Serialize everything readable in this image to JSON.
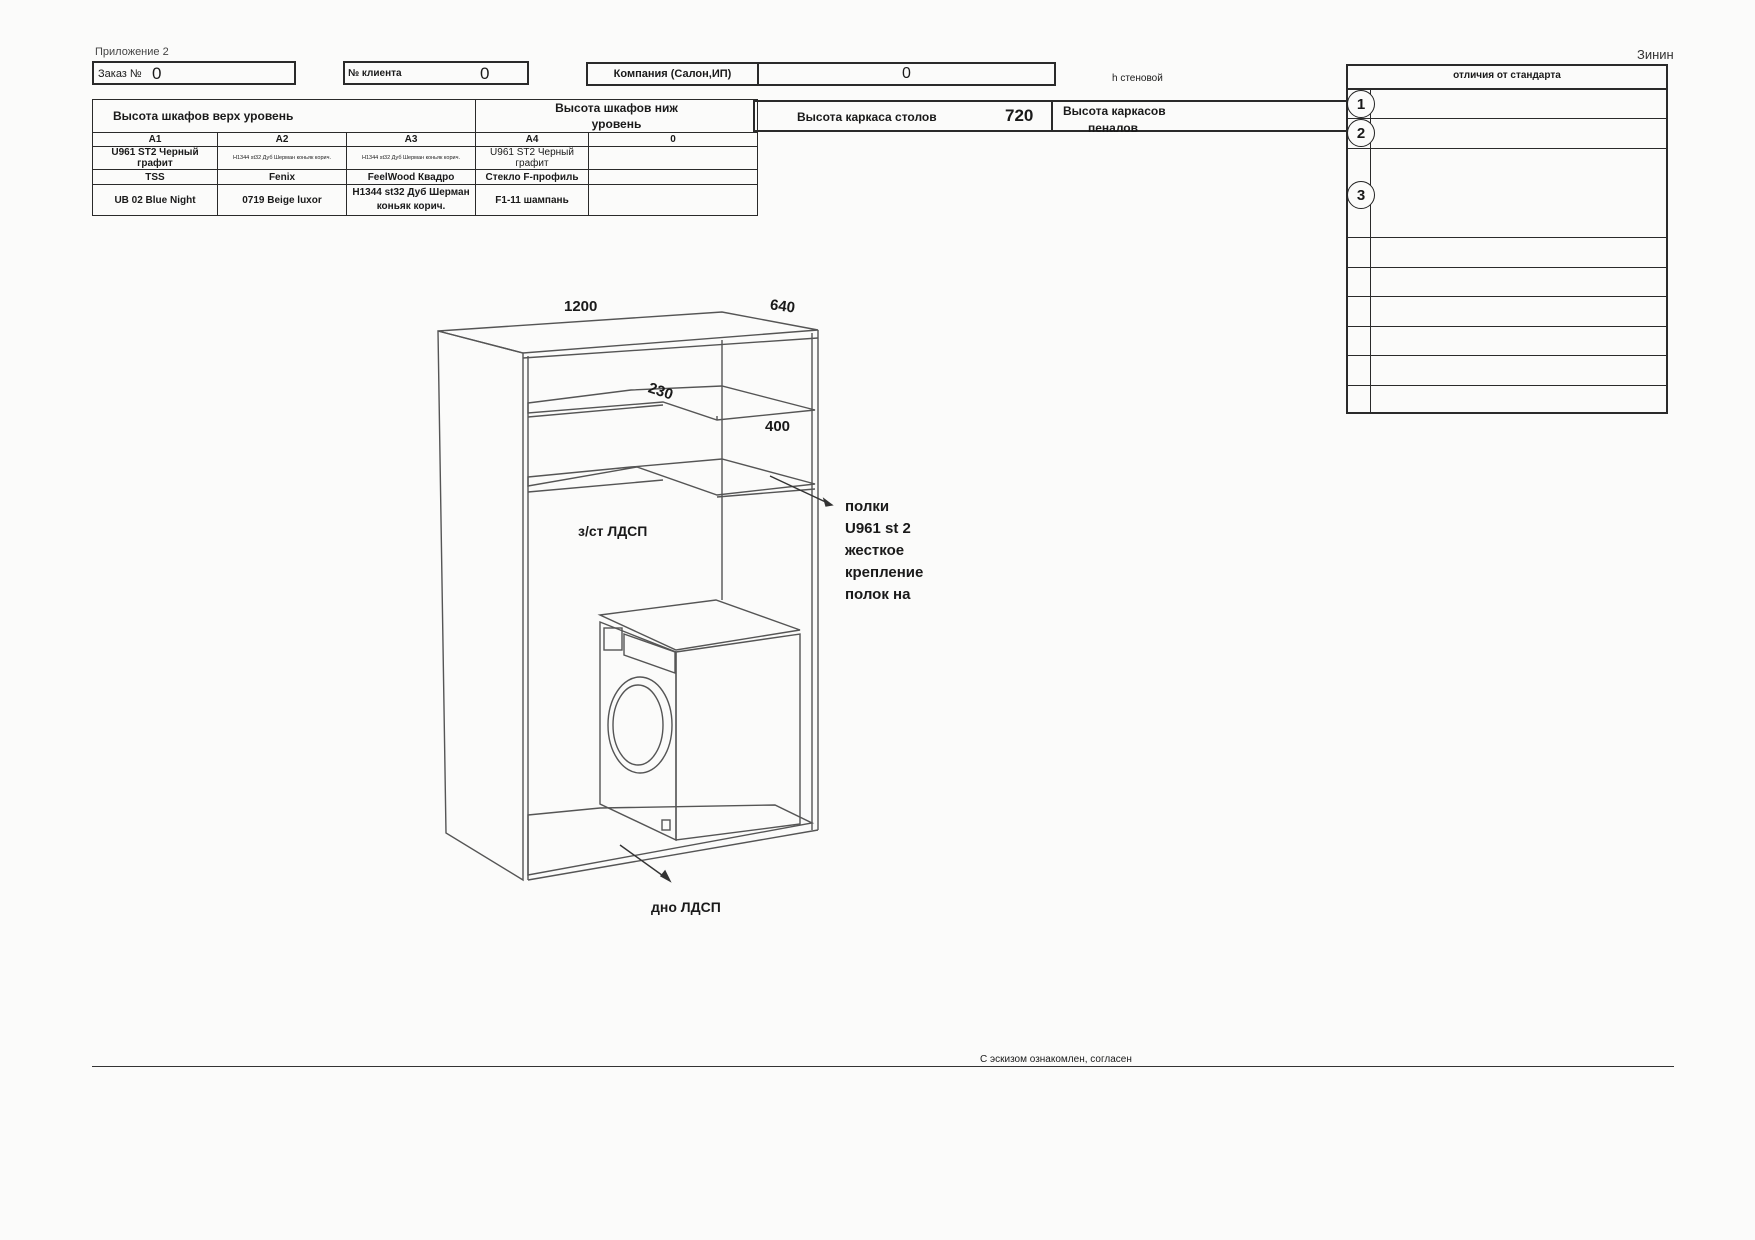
{
  "header": {
    "appendix": "Приложение 2",
    "author": "Зинин",
    "order": {
      "label": "Заказ №",
      "value": "0"
    },
    "client": {
      "label": "№ клиента",
      "value": "0"
    },
    "company": {
      "label": "Компания (Салон,ИП)",
      "value": "0"
    },
    "wall_height_label": "h стеновой"
  },
  "heights": {
    "upper_label": "Высота шкафов верх уровень",
    "lower_label_1": "Высота шкафов ниж",
    "lower_label_2": "уровень",
    "table_frame_label": "Высота каркаса столов",
    "table_frame_value": "720",
    "tall_frame_label_1": "Высота каркасов",
    "tall_frame_label_2": "пеналов"
  },
  "materials": {
    "columns": [
      "A1",
      "A2",
      "A3",
      "A4",
      "0"
    ],
    "rows": [
      [
        "U961 ST2 Черный графит",
        "H1344 st32 Дуб Шерман коньяк корич.",
        "H1344 st32 Дуб Шерман коньяк корич.",
        "U961 ST2 Черный графит",
        ""
      ],
      [
        "TSS",
        "Fenix",
        "FeelWood Квадро",
        "Стекло F-профиль",
        ""
      ],
      [
        "UB 02 Blue Night",
        "0719 Beige luxor",
        "H1344 st32 Дуб Шерман коньяк корич.",
        "F1-11 шампань",
        ""
      ]
    ]
  },
  "differences": {
    "title": "отличия от стандарта",
    "markers": [
      "1",
      "2",
      "3"
    ]
  },
  "sketch": {
    "width_dim": "1200",
    "depth_dim": "640",
    "shelf_depth_dim": "230",
    "shelf_width_dim": "400",
    "back_wall_note": "з/ст ЛДСП",
    "bottom_note": "дно ЛДСП",
    "shelf_note": [
      "полки",
      "U961 st 2",
      "жесткое",
      "крепление",
      "полок на"
    ]
  },
  "footer": {
    "acknowledgement": "С эскизом ознакомлен, согласен"
  }
}
